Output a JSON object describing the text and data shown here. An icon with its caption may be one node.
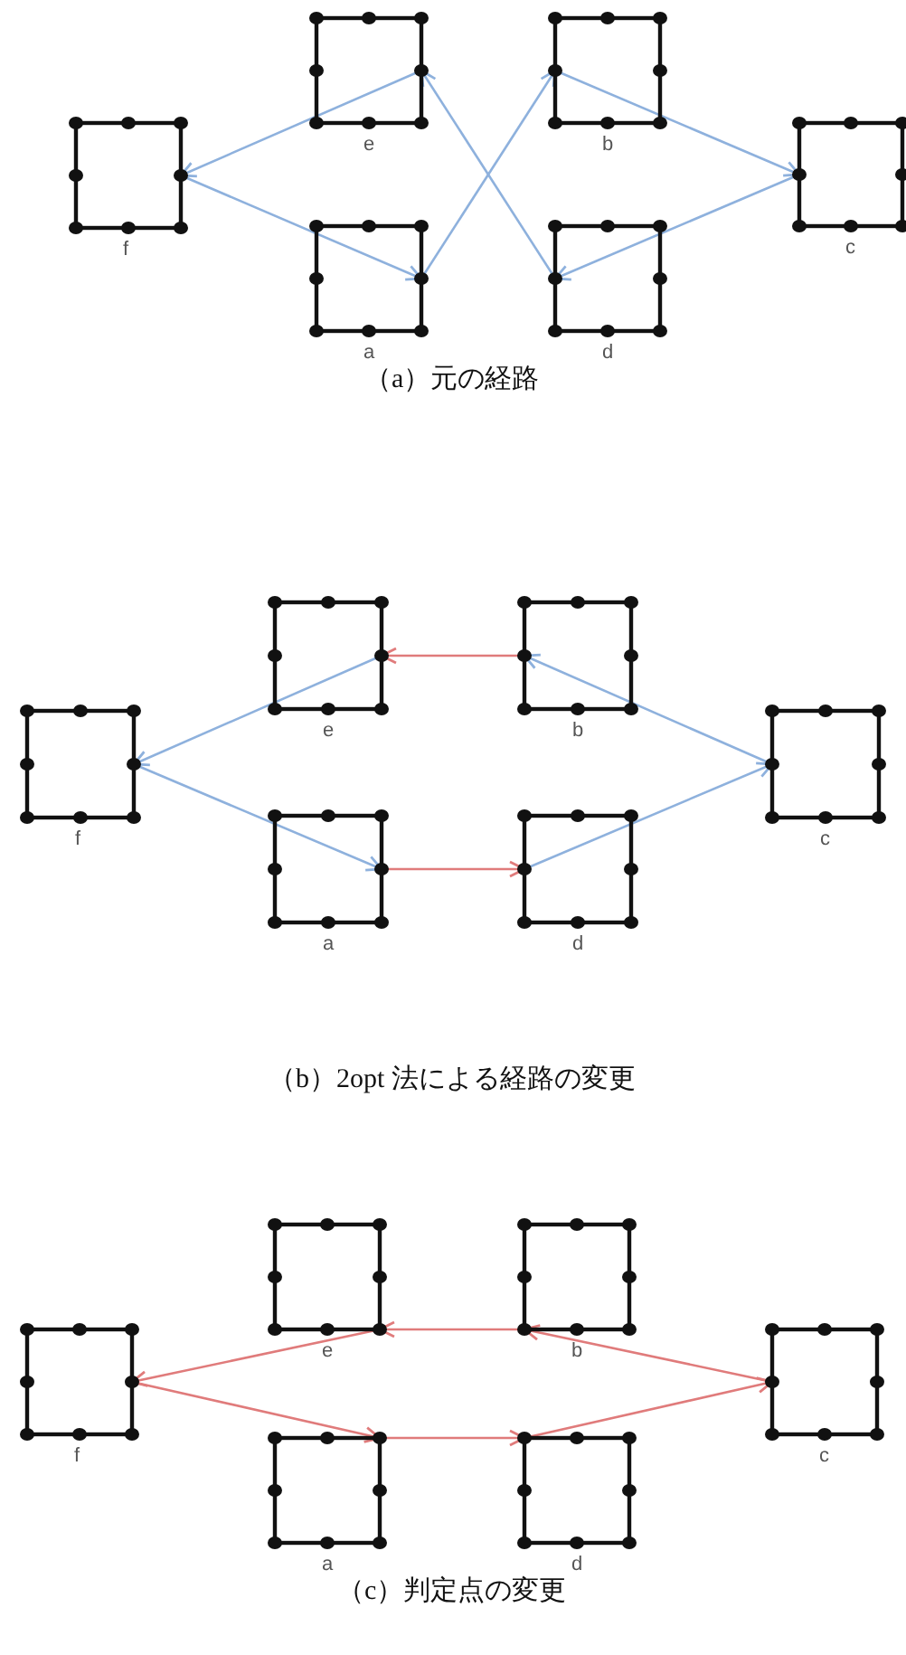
{
  "diagram": {
    "nodes": [
      {
        "text": [
          "e"
        ]
      },
      {
        "text": [
          "b"
        ]
      },
      {
        "text": [
          "f"
        ]
      },
      {
        "text": [
          "c"
        ]
      },
      {
        "text": [
          "a"
        ]
      },
      {
        "text": [
          "d"
        ]
      },
      {
        "text": [
          "e"
        ]
      },
      {
        "text": [
          "b"
        ]
      },
      {
        "text": [
          "f"
        ]
      },
      {
        "text": [
          "c"
        ]
      },
      {
        "text": [
          "a"
        ]
      },
      {
        "text": [
          "d"
        ]
      },
      {
        "text": [
          "e"
        ]
      },
      {
        "text": [
          "b"
        ]
      },
      {
        "text": [
          "f"
        ]
      },
      {
        "text": [
          "c"
        ]
      },
      {
        "text": [
          "a"
        ]
      },
      {
        "text": [
          "d"
        ]
      }
    ],
    "edges": [
      {
        "from": 0,
        "to": 2,
        "arrow": "to"
      },
      {
        "from": 2,
        "to": 4,
        "arrow": "to"
      },
      {
        "from": 4,
        "to": 1,
        "arrow": "to"
      },
      {
        "from": 1,
        "to": 3,
        "arrow": "to"
      },
      {
        "from": 3,
        "to": 5,
        "arrow": "to"
      },
      {
        "from": 5,
        "to": 0,
        "arrow": "to"
      },
      {
        "from": 6,
        "to": 8,
        "arrow": "to"
      },
      {
        "from": 8,
        "to": 10,
        "arrow": "to"
      },
      {
        "from": 10,
        "to": 11,
        "arrow": "to",
        "color": "#e07b7b"
      },
      {
        "from": 11,
        "to": 9,
        "arrow": "to"
      },
      {
        "from": 9,
        "to": 7,
        "arrow": "to"
      },
      {
        "from": 7,
        "to": 6,
        "arrow": "to",
        "color": "#e07b7b"
      },
      {
        "from": 12,
        "to": 14,
        "arrow": "to",
        "color": "#e07b7b"
      },
      {
        "from": 14,
        "to": 16,
        "arrow": "to",
        "color": "#e07b7b"
      },
      {
        "from": 16,
        "to": 17,
        "arrow": "to",
        "color": "#e07b7b"
      },
      {
        "from": 17,
        "to": 15,
        "arrow": "to",
        "color": "#e07b7b"
      },
      {
        "from": 15,
        "to": 13,
        "arrow": "to",
        "color": "#e07b7b"
      },
      {
        "from": 13,
        "to": 12,
        "arrow": "to",
        "color": "#e07b7b"
      }
    ],
    "labels": [
      "（a）元の経路",
      "（b）2opt 法による経路の変更",
      "（c）判定点の変更"
    ]
  }
}
